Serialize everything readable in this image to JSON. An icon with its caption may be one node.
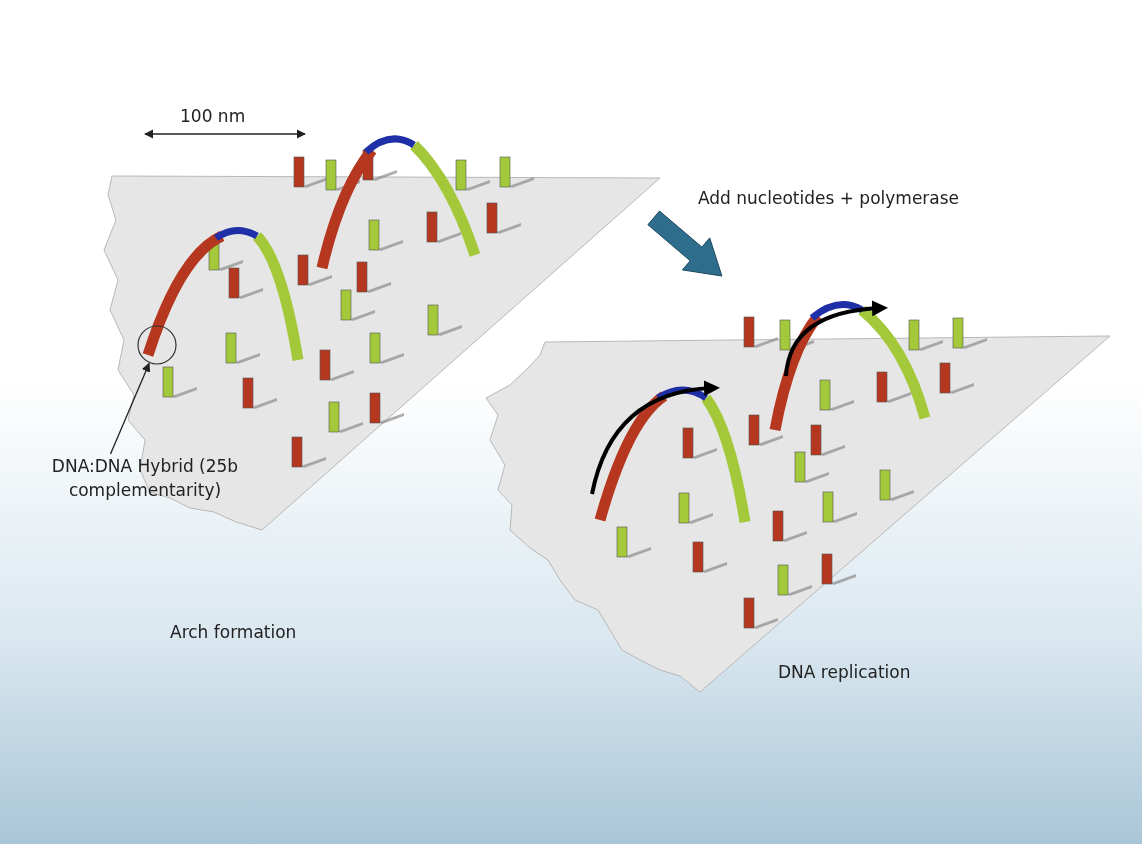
{
  "diagram": {
    "nodes": [
      {
        "text": [],
        "shape": "picture"
      },
      {
        "text": [],
        "shape": "circle",
        "in": 0
      },
      {
        "text": [
          "DNA:DNA Hybrid (25b complementarity)"
        ]
      },
      {
        "text": [],
        "shape": "picture"
      }
    ],
    "edges": [
      {
        "from": 2,
        "to": 1,
        "arrow": "to"
      },
      {
        "from": 0,
        "to": 3,
        "arrow": "to",
        "label": "Add nucleotides + polymerase",
        "style": "thick",
        "color": "#2f6d8c"
      }
    ],
    "labels": [
      "100 nm",
      "Arch formation",
      "DNA replication"
    ]
  }
}
